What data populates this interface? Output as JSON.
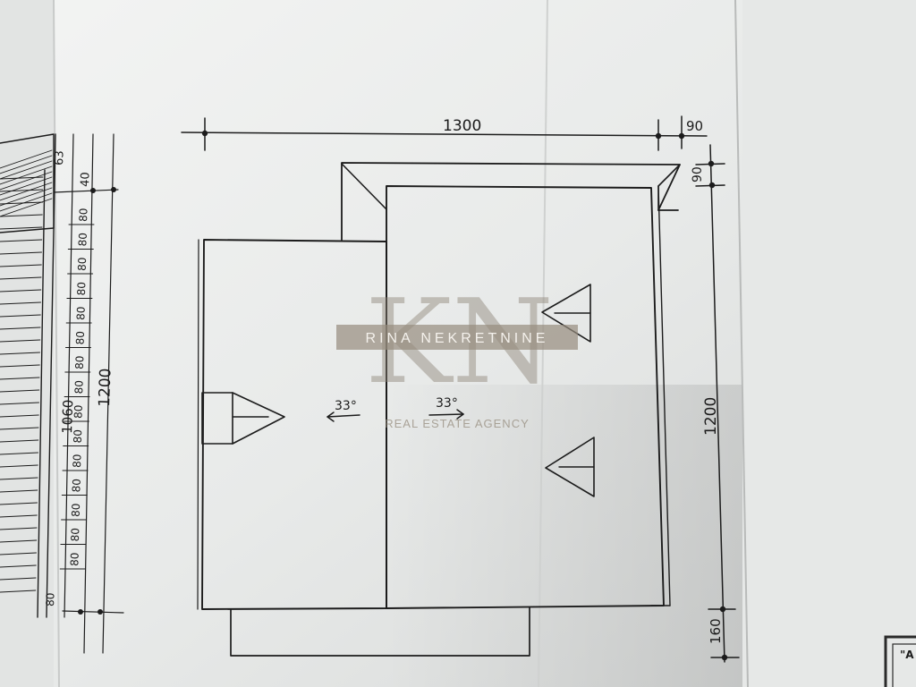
{
  "drawing": {
    "dim_top_width": "1300",
    "dim_top_overhang": "90",
    "dim_right_overhang": "90",
    "dim_right_height": "1200",
    "dim_right_bottom": "160",
    "dim_left_total": "1200",
    "dim_left_inner": "1060",
    "dim_left_top_a": "63",
    "dim_left_top_b": "40",
    "dim_left_bottom": "80",
    "stair_steps": [
      "80",
      "80",
      "80",
      "80",
      "80",
      "80",
      "80",
      "80",
      "80",
      "80",
      "80",
      "80",
      "80",
      "80",
      "80"
    ],
    "slope_left": "33°",
    "slope_right": "33°",
    "corner_fragment": "\"A"
  },
  "watermark": {
    "letters": "KN",
    "name": "RINA NEKRETNINE",
    "subtitle": "REAL ESTATE AGENCY"
  },
  "colors": {
    "paper": "#eceeed",
    "ink": "#1c1c1c",
    "watermark": "#968c7d"
  }
}
